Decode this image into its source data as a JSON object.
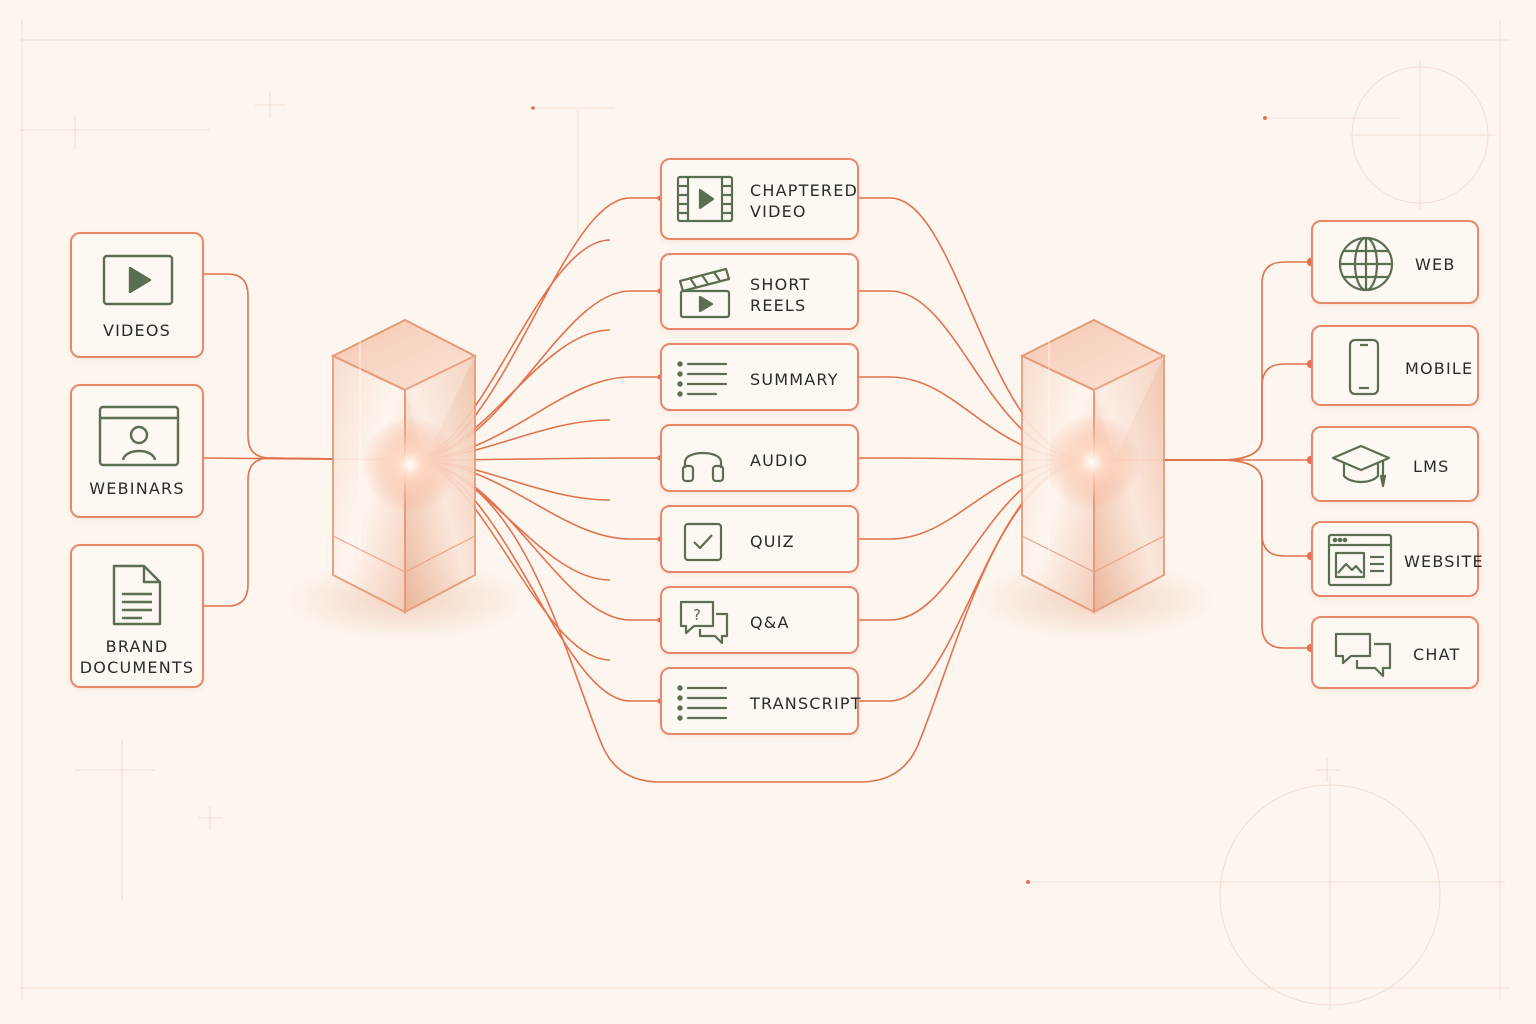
{
  "colors": {
    "background": "#fcf6ee",
    "connector": "#e2724f",
    "box_border": "#e8876a",
    "icon": "#5a6e52",
    "label": "#2b2b2b"
  },
  "inputs": [
    {
      "label": "VIDEOS",
      "icon": "play-video-icon"
    },
    {
      "label": "WEBINARS",
      "icon": "webinar-person-icon"
    },
    {
      "label": "BRAND\nDOCUMENTS",
      "icon": "document-icon"
    }
  ],
  "outputs": [
    {
      "label": "CHAPTERED\nVIDEO",
      "icon": "film-strip-icon"
    },
    {
      "label": "SHORT\nREELS",
      "icon": "clapperboard-icon"
    },
    {
      "label": "SUMMARY",
      "icon": "list-icon"
    },
    {
      "label": "AUDIO",
      "icon": "headphones-icon"
    },
    {
      "label": "QUIZ",
      "icon": "checkbox-icon"
    },
    {
      "label": "Q&A",
      "icon": "question-chat-icon"
    },
    {
      "label": "TRANSCRIPT",
      "icon": "list-icon"
    }
  ],
  "channels": [
    {
      "label": "WEB",
      "icon": "globe-icon"
    },
    {
      "label": "MOBILE",
      "icon": "smartphone-icon"
    },
    {
      "label": "LMS",
      "icon": "graduation-cap-icon"
    },
    {
      "label": "WEBSITE",
      "icon": "browser-window-icon"
    },
    {
      "label": "CHAT",
      "icon": "chat-bubbles-icon"
    }
  ]
}
